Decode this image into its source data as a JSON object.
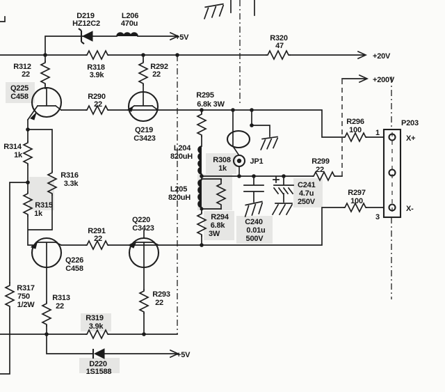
{
  "schematic": {
    "power": {
      "p5v_top": "+5V",
      "p20v": "+20V",
      "p200v": "+200V",
      "p5v_bottom": "+5V"
    },
    "connector": {
      "ref": "P203",
      "pin1": "1",
      "pin3": "3",
      "xplus": "X+",
      "xminus": "X-"
    },
    "jumper": {
      "ref": "JP1"
    },
    "parts": {
      "d219": {
        "ref": "D219",
        "val": "HZ12C2"
      },
      "l206": {
        "ref": "L206",
        "val": "470u"
      },
      "r312": {
        "ref": "R312",
        "val": "22"
      },
      "r318": {
        "ref": "R318",
        "val": "3.9k"
      },
      "r292": {
        "ref": "R292",
        "val": "22"
      },
      "r320": {
        "ref": "R320",
        "val": "47"
      },
      "q225": {
        "ref": "Q225",
        "val": "C458"
      },
      "r290": {
        "ref": "R290",
        "val": "22"
      },
      "q219": {
        "ref": "Q219",
        "val": "C3423"
      },
      "r295": {
        "ref": "R295",
        "val": "6.8k 3W"
      },
      "r314": {
        "ref": "R314",
        "val": "1k"
      },
      "r316": {
        "ref": "R316",
        "val": "3.3k"
      },
      "r315": {
        "ref": "R315",
        "val": "1k"
      },
      "l204": {
        "ref": "L204",
        "val": "820uH"
      },
      "r308": {
        "ref": "R308",
        "val": "1k"
      },
      "l205": {
        "ref": "L205",
        "val": "820uH"
      },
      "r294": {
        "ref": "R294",
        "val": "6.8k",
        "val2": "3W"
      },
      "c240": {
        "ref": "C240",
        "val": "0.01u",
        "val2": "500V"
      },
      "c241": {
        "ref": "C241",
        "val": "4.7u",
        "val2": "250V"
      },
      "r299": {
        "ref": "R299",
        "val": "22"
      },
      "r296": {
        "ref": "R296",
        "val": "100"
      },
      "r297": {
        "ref": "R297",
        "val": "100"
      },
      "q226": {
        "ref": "Q226",
        "val": "C458"
      },
      "r291": {
        "ref": "R291",
        "val": "22"
      },
      "q220": {
        "ref": "Q220",
        "val": "C3423"
      },
      "r293": {
        "ref": "R293",
        "val": "22"
      },
      "r317": {
        "ref": "R317",
        "val": "750",
        "val2": "1/2W"
      },
      "r313": {
        "ref": "R313",
        "val": "22"
      },
      "r319": {
        "ref": "R319",
        "val": "3.9k"
      },
      "d220": {
        "ref": "D220",
        "val": "1S1588"
      }
    }
  }
}
